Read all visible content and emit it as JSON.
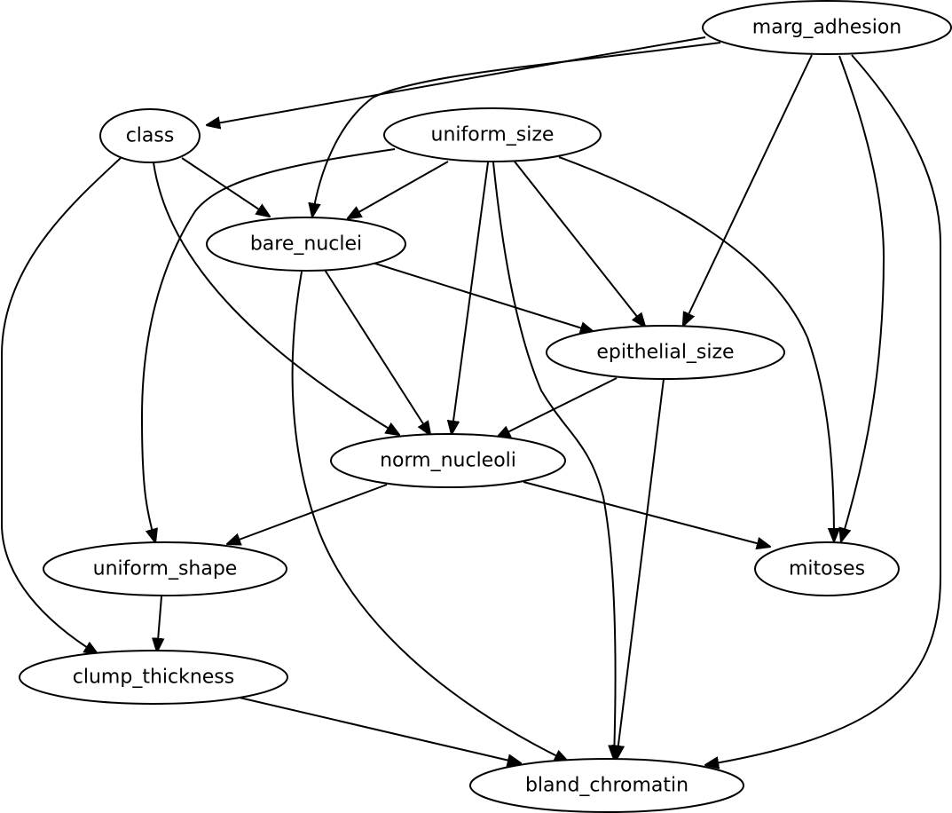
{
  "graph": {
    "nodes": [
      {
        "id": "marg_adhesion",
        "label": "marg_adhesion"
      },
      {
        "id": "class",
        "label": "class"
      },
      {
        "id": "uniform_size",
        "label": "uniform_size"
      },
      {
        "id": "bare_nuclei",
        "label": "bare_nuclei"
      },
      {
        "id": "epithelial_size",
        "label": "epithelial_size"
      },
      {
        "id": "norm_nucleoli",
        "label": "norm_nucleoli"
      },
      {
        "id": "uniform_shape",
        "label": "uniform_shape"
      },
      {
        "id": "mitoses",
        "label": "mitoses"
      },
      {
        "id": "clump_thickness",
        "label": "clump_thickness"
      },
      {
        "id": "bland_chromatin",
        "label": "bland_chromatin"
      }
    ],
    "edges": [
      {
        "from": "marg_adhesion",
        "to": "class"
      },
      {
        "from": "marg_adhesion",
        "to": "bare_nuclei"
      },
      {
        "from": "marg_adhesion",
        "to": "epithelial_size"
      },
      {
        "from": "marg_adhesion",
        "to": "mitoses"
      },
      {
        "from": "marg_adhesion",
        "to": "bland_chromatin"
      },
      {
        "from": "class",
        "to": "bare_nuclei"
      },
      {
        "from": "class",
        "to": "norm_nucleoli"
      },
      {
        "from": "class",
        "to": "clump_thickness"
      },
      {
        "from": "uniform_size",
        "to": "bare_nuclei"
      },
      {
        "from": "uniform_size",
        "to": "uniform_shape"
      },
      {
        "from": "uniform_size",
        "to": "norm_nucleoli"
      },
      {
        "from": "uniform_size",
        "to": "epithelial_size"
      },
      {
        "from": "uniform_size",
        "to": "mitoses"
      },
      {
        "from": "uniform_size",
        "to": "bland_chromatin"
      },
      {
        "from": "bare_nuclei",
        "to": "epithelial_size"
      },
      {
        "from": "bare_nuclei",
        "to": "norm_nucleoli"
      },
      {
        "from": "bare_nuclei",
        "to": "bland_chromatin"
      },
      {
        "from": "epithelial_size",
        "to": "norm_nucleoli"
      },
      {
        "from": "epithelial_size",
        "to": "bland_chromatin"
      },
      {
        "from": "norm_nucleoli",
        "to": "uniform_shape"
      },
      {
        "from": "norm_nucleoli",
        "to": "mitoses"
      },
      {
        "from": "uniform_shape",
        "to": "clump_thickness"
      },
      {
        "from": "clump_thickness",
        "to": "bland_chromatin"
      }
    ]
  }
}
